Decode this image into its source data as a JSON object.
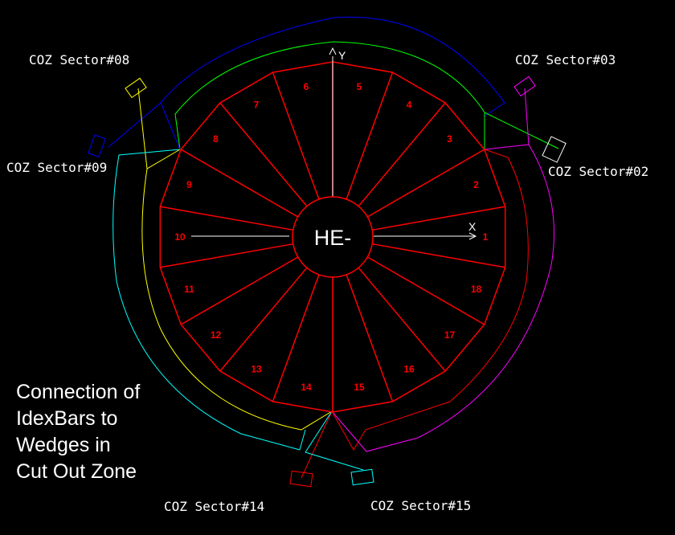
{
  "diagram": {
    "center_label": "HE-",
    "axis_x_label": "X",
    "axis_y_label": "Y",
    "wedges": [
      "1",
      "2",
      "3",
      "4",
      "5",
      "6",
      "7",
      "8",
      "9",
      "10",
      "11",
      "12",
      "13",
      "14",
      "15",
      "16",
      "17",
      "18"
    ],
    "sectors": {
      "s03": "COZ Sector#03",
      "s02": "COZ Sector#02",
      "s08": "COZ Sector#08",
      "s09": "COZ Sector#09",
      "s14": "COZ Sector#14",
      "s15": "COZ Sector#15"
    },
    "caption_lines": [
      "Connection of",
      "IdexBars to",
      "Wedges in",
      "Cut Out Zone"
    ],
    "colors": {
      "background": "#000000",
      "wedge": "#ff0000",
      "axis": "#ffffff",
      "sector03": "#ff00ff",
      "sector02": "#00ff00",
      "sector08": "#ffff00",
      "sector09": "#00ffff",
      "sector14": "#ff0000",
      "sector15": "#00ffff",
      "outer_blue": "#0000ff"
    }
  }
}
